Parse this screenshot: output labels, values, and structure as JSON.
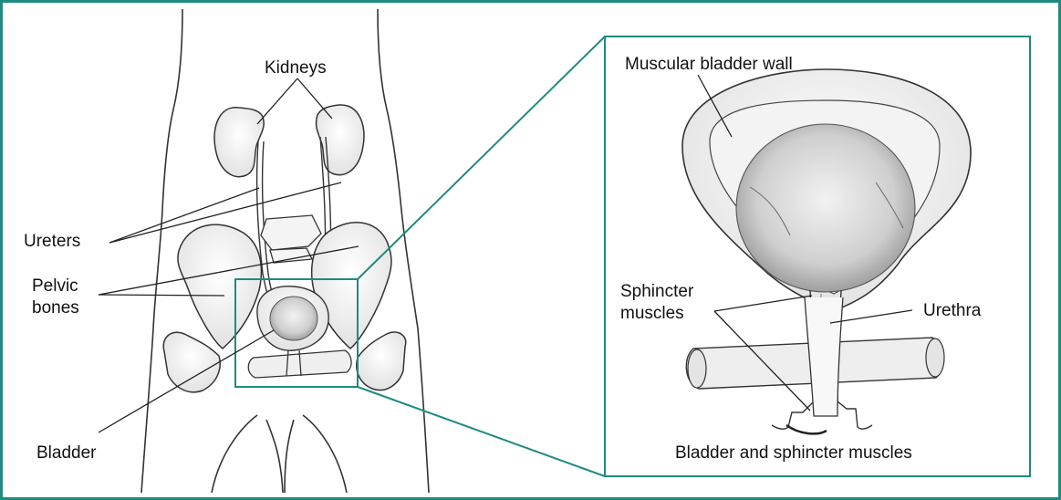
{
  "diagram": {
    "left_labels": {
      "kidneys": "Kidneys",
      "ureters": "Ureters",
      "pelvic_bones_line1": "Pelvic",
      "pelvic_bones_line2": "bones",
      "bladder": "Bladder"
    },
    "inset": {
      "muscular_wall": "Muscular bladder wall",
      "sphincter_line1": "Sphincter",
      "sphincter_line2": "muscles",
      "urethra": "Urethra",
      "caption": "Bladder and sphincter muscles"
    },
    "colors": {
      "frame": "#1f8a80",
      "inset_border": "#1f8a80",
      "line": "#222222"
    }
  }
}
